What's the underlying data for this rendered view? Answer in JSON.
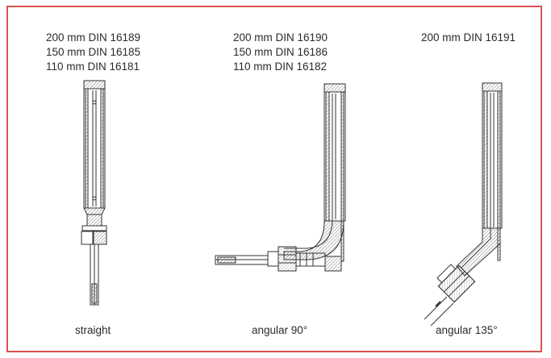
{
  "columns": [
    {
      "id": "straight",
      "specs": [
        "200 mm DIN 16189",
        "150 mm DIN 16185",
        "110 mm DIN 16181"
      ],
      "caption": "straight"
    },
    {
      "id": "angular-90",
      "specs": [
        "200 mm DIN 16190",
        "150 mm DIN 16186",
        "110 mm DIN 16182"
      ],
      "caption": "angular 90°"
    },
    {
      "id": "angular-135",
      "specs": [
        "200 mm DIN 16191"
      ],
      "caption": "angular 135°"
    }
  ],
  "colors": {
    "frame": "#d9534f",
    "line": "#333333",
    "hatch": "#555555"
  }
}
